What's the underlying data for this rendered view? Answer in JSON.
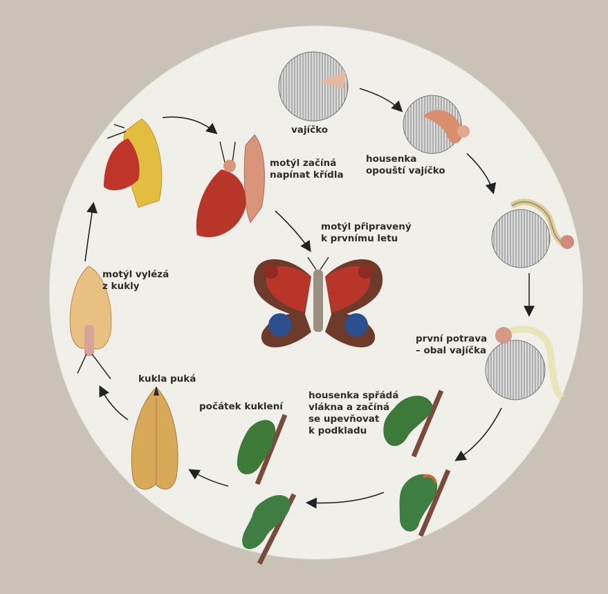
{
  "labels": {
    "egg": "vajíčko",
    "caterpillar_leaves": "housenka\nopouští vajíčko",
    "first_food": "první potrava\n– obal vajíčka",
    "spinning": "housenka spřádá\nvlákna a začíná\nse upevňovat\nk podkladu",
    "pupation_start": "počátek kuklení",
    "pupa_bursts": "kukla puká",
    "butterfly_emerges": "motýl vylézá\nz kukly",
    "wings_spreading": "motýl začíná\nnapínat křídla",
    "ready_to_fly": "motýl připravený\nk prvnímu letu"
  },
  "colors": {
    "background": "#c9c2b6",
    "disc": "#f1efe9",
    "wing_red": "#b8352a",
    "wing_brown": "#6e3b2a",
    "eyespot_blue": "#2c4f8e",
    "caterpillar_green": "#3d7a3a",
    "pupa_tan": "#d9a95a",
    "egg_grey": "#9a9a9a",
    "twig_brown": "#7a4a3a"
  }
}
